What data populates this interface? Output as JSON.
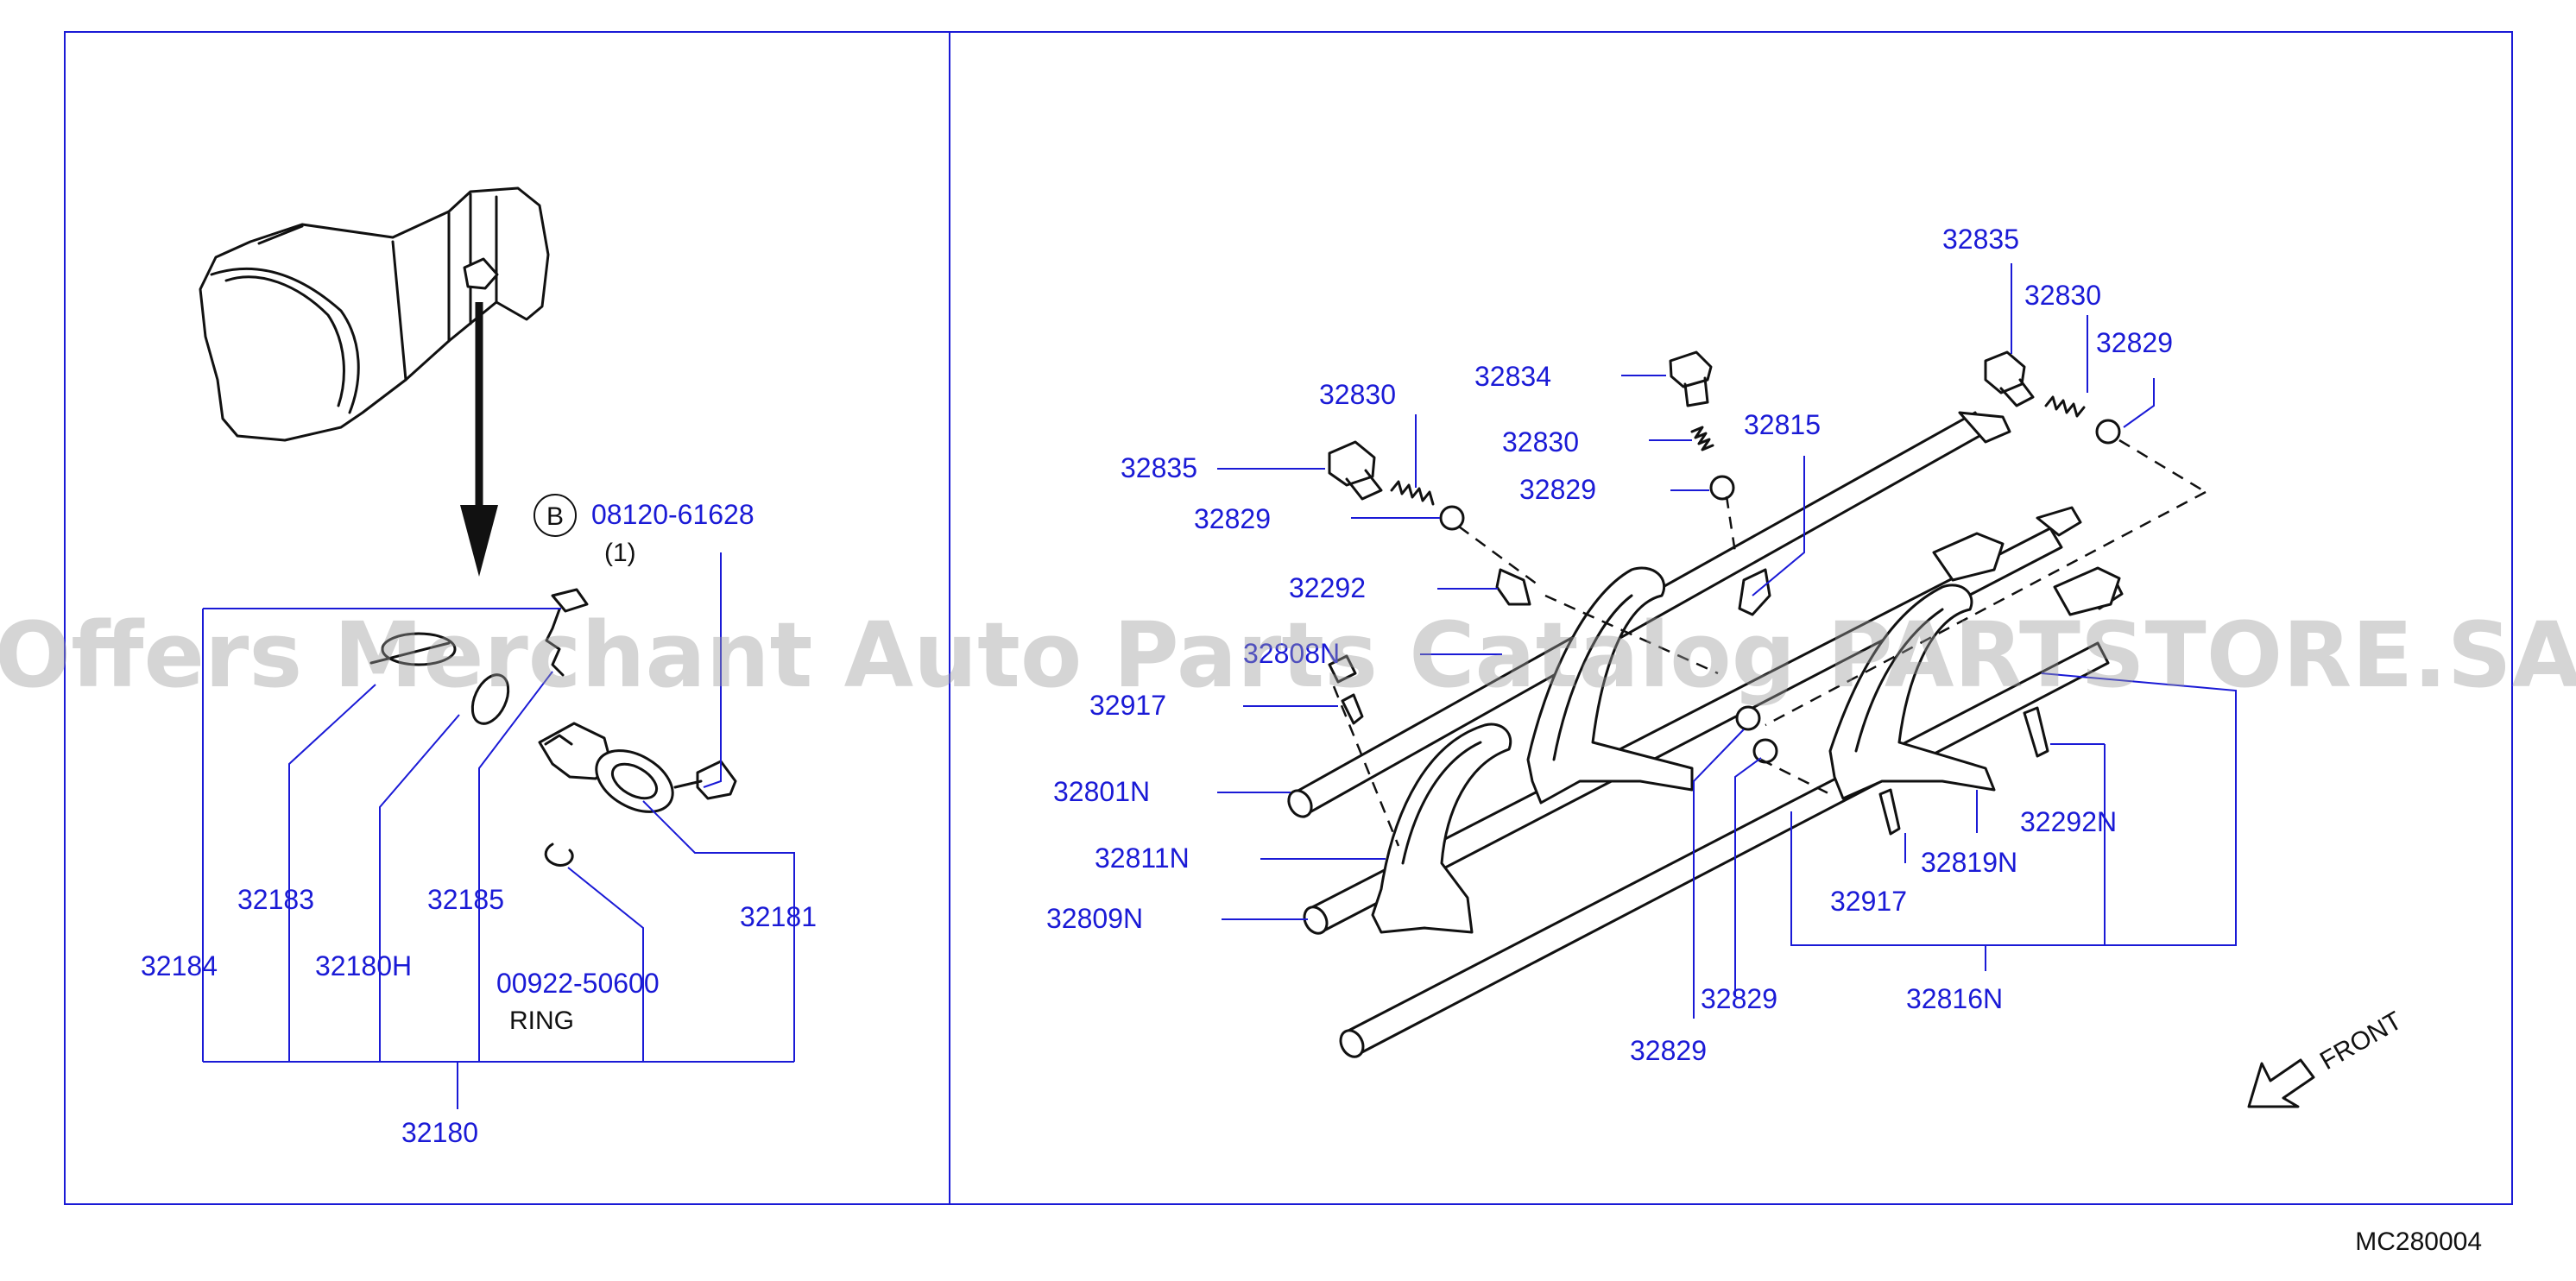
{
  "labels": {
    "p32835a": "32835",
    "p32830a": "32830",
    "p32829a": "32829",
    "p32834": "32834",
    "p32830b": "32830",
    "p32829b": "32829",
    "p32815": "32815",
    "p32835b": "32835",
    "p32830c": "32830",
    "p32829c": "32829",
    "p32292": "32292",
    "p32808n": "32808N",
    "p32917a": "32917",
    "p32801n": "32801N",
    "p32811n": "32811N",
    "p32809n": "32809N",
    "p32829d": "32829",
    "p32829e": "32829",
    "p32816n": "32816N",
    "p32819n": "32819N",
    "p32917b": "32917",
    "p32292n": "32292N",
    "b_circle": "B",
    "p08120": "08120-61628",
    "qty1": "(1)",
    "p32183": "32183",
    "p32185": "32185",
    "p32184": "32184",
    "p32180h": "32180H",
    "p00922": "00922-50600",
    "ring": "RING",
    "p32181": "32181",
    "p32180": "32180",
    "front": "FRONT",
    "code": "MC280004"
  },
  "watermark": "Offers Merchant Auto Parts Catalog PARTSTORE.SA",
  "colors": {
    "label": "#1a1ad6",
    "line": "#111111",
    "watermark": "#9a9a9a"
  }
}
